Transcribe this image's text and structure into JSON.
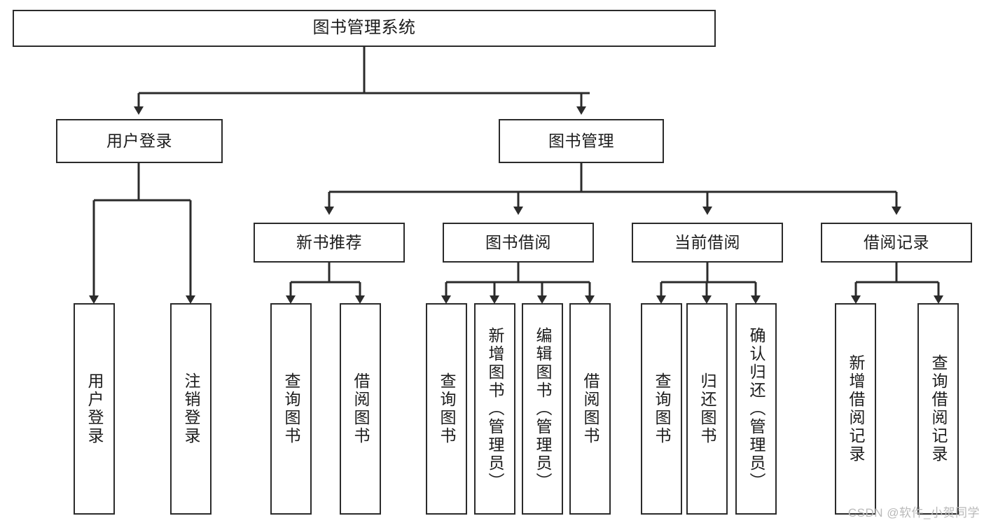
{
  "diagram": {
    "title": "图书管理系统",
    "type": "hierarchy-tree",
    "watermark": "CSDN @软件_小贺同学",
    "colors": {
      "stroke": "#2b2b2b",
      "fill": "#ffffff",
      "text": "#1c1c1c",
      "watermark": "#b9b9b9"
    },
    "nodes": {
      "root": {
        "label": "图书管理系统"
      },
      "level1": [
        {
          "id": "user-login",
          "label": "用户登录"
        },
        {
          "id": "book-management",
          "label": "图书管理"
        }
      ],
      "level2": [
        {
          "id": "new-book-recommend",
          "label": "新书推荐"
        },
        {
          "id": "book-borrow",
          "label": "图书借阅"
        },
        {
          "id": "current-borrow",
          "label": "当前借阅"
        },
        {
          "id": "borrow-record",
          "label": "借阅记录"
        }
      ],
      "leaves": {
        "user_login": [
          {
            "id": "leaf-user-login",
            "label": "用户登录"
          },
          {
            "id": "leaf-logout",
            "label": "注销登录"
          }
        ],
        "new_book_recommend": [
          {
            "id": "leaf-query-book-1",
            "label": "查询图书"
          },
          {
            "id": "leaf-borrow-book-1",
            "label": "借阅图书"
          }
        ],
        "book_borrow": [
          {
            "id": "leaf-query-book-2",
            "label": "查询图书"
          },
          {
            "id": "leaf-add-book",
            "label": "新增图书（管理员）"
          },
          {
            "id": "leaf-edit-book",
            "label": "编辑图书（管理员）"
          },
          {
            "id": "leaf-borrow-book-2",
            "label": "借阅图书"
          }
        ],
        "current_borrow": [
          {
            "id": "leaf-query-book-3",
            "label": "查询图书"
          },
          {
            "id": "leaf-return-book",
            "label": "归还图书"
          },
          {
            "id": "leaf-confirm-return",
            "label": "确认归还（管理员）"
          }
        ],
        "borrow_record": [
          {
            "id": "leaf-add-record",
            "label": "新增借阅记录"
          },
          {
            "id": "leaf-query-record",
            "label": "查询借阅记录"
          }
        ]
      }
    }
  }
}
